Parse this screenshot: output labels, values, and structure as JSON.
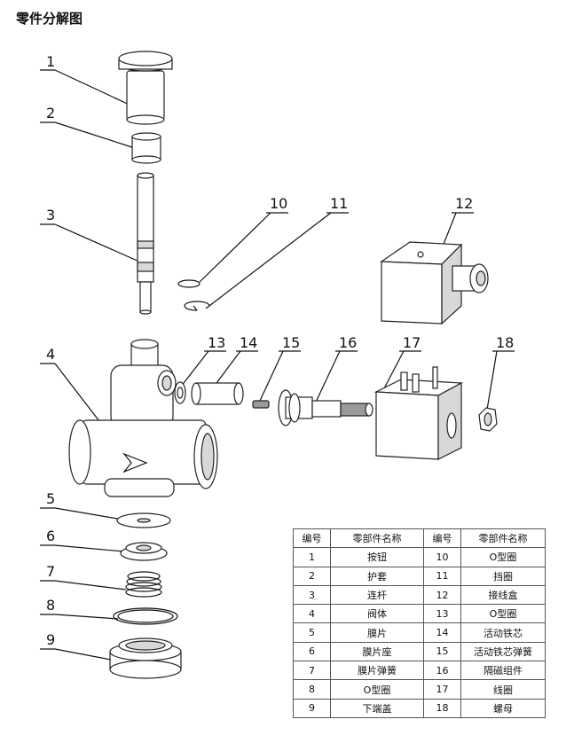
{
  "title": "零件分解图",
  "callouts": [
    "1",
    "2",
    "3",
    "4",
    "5",
    "6",
    "7",
    "8",
    "9",
    "10",
    "11",
    "12",
    "13",
    "14",
    "15",
    "16",
    "17",
    "18"
  ],
  "table": {
    "headers": [
      "编号",
      "零部件名称",
      "编号",
      "零部件名称"
    ],
    "rows": [
      [
        "1",
        "按钮",
        "10",
        "O型圈"
      ],
      [
        "2",
        "护套",
        "11",
        "挡圈"
      ],
      [
        "3",
        "连杆",
        "12",
        "接线盒"
      ],
      [
        "4",
        "阀体",
        "13",
        "O型圈"
      ],
      [
        "5",
        "膜片",
        "14",
        "活动铁芯"
      ],
      [
        "6",
        "膜片座",
        "15",
        "活动铁芯弹簧"
      ],
      [
        "7",
        "膜片弹簧",
        "16",
        "隔磁组件"
      ],
      [
        "8",
        "O型圈",
        "17",
        "线圈"
      ],
      [
        "9",
        "下端盖",
        "18",
        "螺母"
      ]
    ]
  }
}
